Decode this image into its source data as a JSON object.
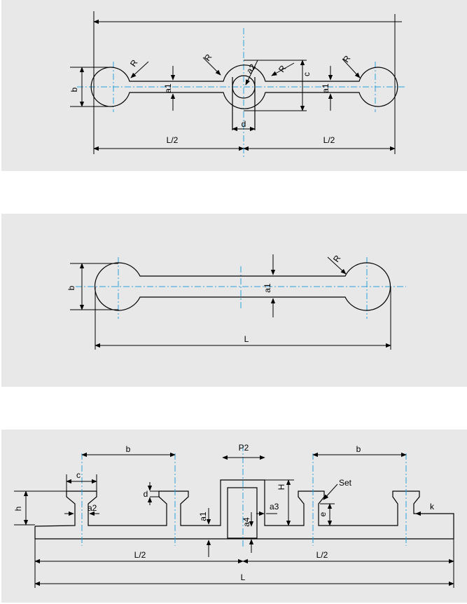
{
  "diagram1": {
    "label_b": "b",
    "label_R_left": "R",
    "label_R_mid": "R",
    "label_R_ring": "R",
    "label_R_right": "R",
    "label_a1_left": "a1",
    "label_a1_right": "a1",
    "label_a2": "a2",
    "label_c": "c",
    "label_d": "d",
    "label_half_left": "L/2",
    "label_half_right": "L/2"
  },
  "diagram2": {
    "label_b": "b",
    "label_R": "R",
    "label_a1": "a1",
    "label_L": "L"
  },
  "diagram3": {
    "label_b_left": "b",
    "label_b_right": "b",
    "label_P2": "P2",
    "label_c": "c",
    "label_d": "d",
    "label_h": "h",
    "label_a2": "a2",
    "label_a1": "a1",
    "label_H": "H",
    "label_a3": "a3",
    "label_a4": "a4",
    "label_Set": "Set",
    "label_e": "e",
    "label_k": "k",
    "label_half_left": "L/2",
    "label_half_right": "L/2",
    "label_L": "L"
  },
  "colors": {
    "panel_bg": "#e8e8e8",
    "centerline": "#2a9fd8",
    "line": "#000000"
  }
}
